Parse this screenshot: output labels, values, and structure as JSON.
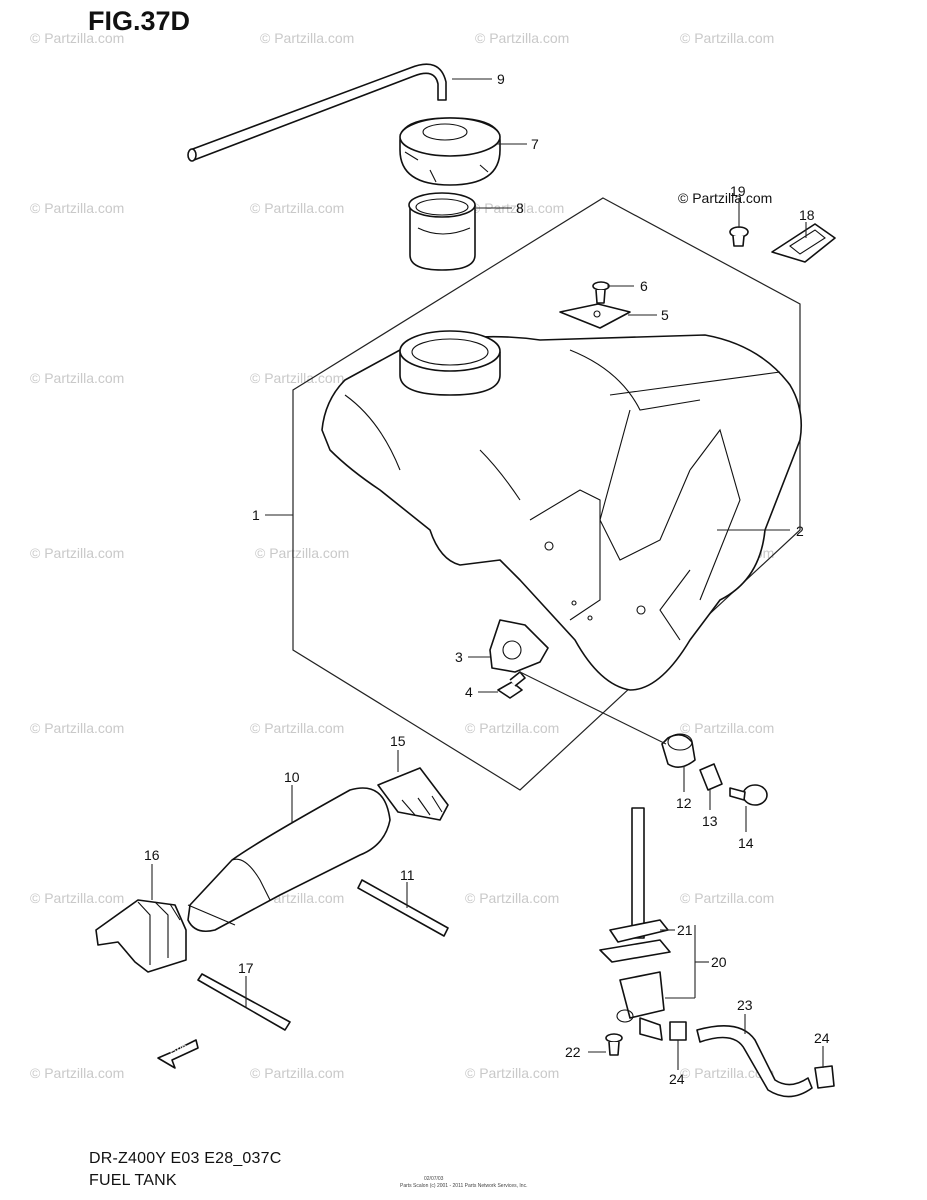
{
  "figure": {
    "title": "FIG.37D",
    "model_code": "DR-Z400Y E03 E28_037C",
    "section_title": "FUEL TANK",
    "copyright": "© Partzilla.com",
    "footer_line1": "02/07/03",
    "footer_line2": "Parts Scalon (c) 2001 - 2011 Parts Network Services, Inc."
  },
  "watermark": {
    "text": "© Partzilla.com"
  },
  "callouts": {
    "p1": "1",
    "p2": "2",
    "p3": "3",
    "p4": "4",
    "p5": "5",
    "p6": "6",
    "p7": "7",
    "p8": "8",
    "p9": "9",
    "p10": "10",
    "p11": "11",
    "p12": "12",
    "p13": "13",
    "p14": "14",
    "p15": "15",
    "p16": "16",
    "p17": "17",
    "p18": "18",
    "p19": "19",
    "p20": "20",
    "p21": "21",
    "p22": "22",
    "p23": "23",
    "p24a": "24",
    "p24b": "24"
  },
  "direction_marker": {
    "label": "FWD"
  }
}
